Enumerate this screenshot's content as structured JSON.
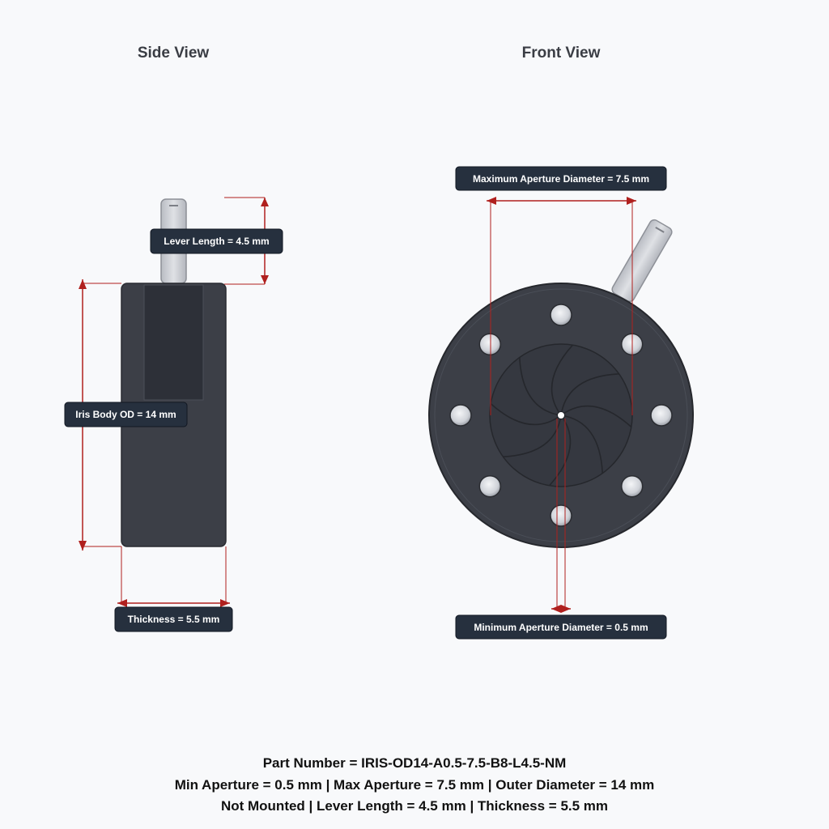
{
  "views": {
    "side_title": "Side View",
    "front_title": "Front View"
  },
  "dimensions": {
    "lever_length": "Lever Length = 4.5 mm",
    "iris_body_od": "Iris Body OD = 14 mm",
    "thickness": "Thickness = 5.5 mm",
    "max_aperture": "Maximum Aperture Diameter = 7.5 mm",
    "min_aperture": "Minimum Aperture Diameter = 0.5 mm"
  },
  "footer": {
    "line1": "Part Number = IRIS-OD14-A0.5-7.5-B8-L4.5-NM",
    "line2": "Min Aperture = 0.5 mm | Max Aperture = 7.5 mm | Outer Diameter = 14 mm",
    "line3": "Not Mounted | Lever Length = 4.5 mm | Thickness = 5.5 mm"
  },
  "colors": {
    "dimension_line": "#b0201e",
    "body": "#3c3f47",
    "label_bg": "#26303e",
    "lever": "#c9ccd2",
    "background": "#f8f9fb"
  },
  "iris": {
    "bolt_holes": 8,
    "blades": 8
  }
}
